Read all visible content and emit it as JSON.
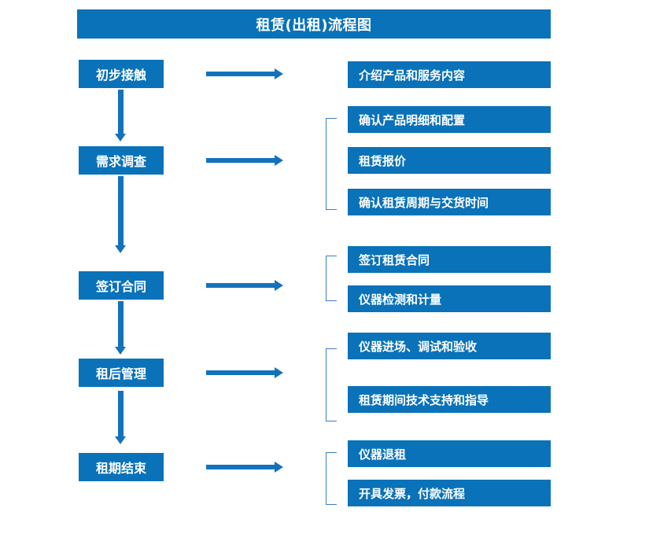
{
  "diagram": {
    "title": "租赁(出租)流程图",
    "colors": {
      "box_fill": "#0a72b8",
      "box_text": "#ffffff",
      "arrow": "#1372bb",
      "bracket": "#3a7ec0",
      "background": "#ffffff"
    },
    "stages": [
      {
        "label": "初步接触"
      },
      {
        "label": "需求调查"
      },
      {
        "label": "签订合同"
      },
      {
        "label": "租后管理"
      },
      {
        "label": "租期结束"
      }
    ],
    "details": [
      {
        "label": "介绍产品和服务内容"
      },
      {
        "label": "确认产品明细和配置"
      },
      {
        "label": "租赁报价"
      },
      {
        "label": "确认租赁周期与交货时间"
      },
      {
        "label": "签订租赁合同"
      },
      {
        "label": "仪器检测和计量"
      },
      {
        "label": "仪器进场、调试和验收"
      },
      {
        "label": "租赁期间技术支持和指导"
      },
      {
        "label": "仪器退租"
      },
      {
        "label": "开具发票，付款流程"
      }
    ],
    "arrows": {
      "vertical_count": 4,
      "horizontal_count": 5
    },
    "brackets": {
      "count": 4
    }
  }
}
